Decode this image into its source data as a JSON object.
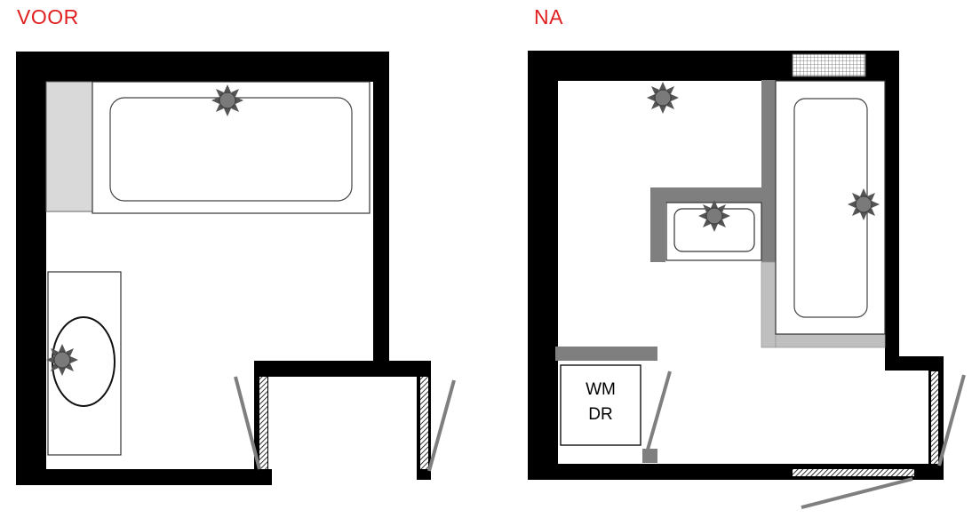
{
  "before": {
    "title": "VOOR"
  },
  "after": {
    "title": "NA",
    "appliance": {
      "line1": "WM",
      "line2": "DR"
    }
  },
  "colors": {
    "title": "#e02020",
    "wall": "#000000",
    "partition": "#7f7f7f",
    "partition_light": "#bfbfbf",
    "ledge": "#d9d9d9",
    "fixture_stroke": "#404040",
    "tap": "#7a7a7a"
  },
  "icons": {
    "tap": "tap-icon",
    "door": "door-icon",
    "radiator": "radiator-icon",
    "window": "window-icon"
  }
}
